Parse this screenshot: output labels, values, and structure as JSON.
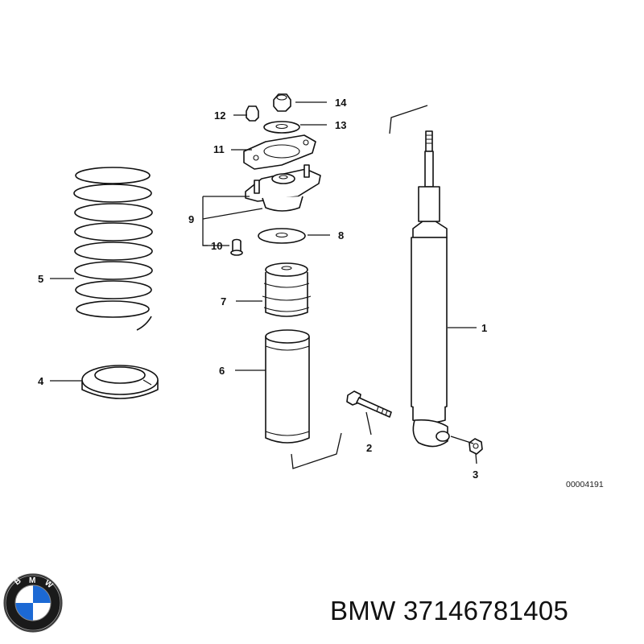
{
  "diagram": {
    "reference_number": "00004191",
    "callouts": [
      {
        "id": "1",
        "text": "1"
      },
      {
        "id": "2",
        "text": "2"
      },
      {
        "id": "3",
        "text": "3"
      },
      {
        "id": "4",
        "text": "4"
      },
      {
        "id": "5",
        "text": "5"
      },
      {
        "id": "6",
        "text": "6"
      },
      {
        "id": "7",
        "text": "7"
      },
      {
        "id": "8",
        "text": "8"
      },
      {
        "id": "9",
        "text": "9"
      },
      {
        "id": "10",
        "text": "10"
      },
      {
        "id": "11",
        "text": "11"
      },
      {
        "id": "12",
        "text": "12"
      },
      {
        "id": "13",
        "text": "13"
      },
      {
        "id": "14",
        "text": "14"
      }
    ]
  },
  "logo": {
    "brand": "BMW",
    "letters": "BMW",
    "colors": {
      "blue": "#1c69d4",
      "white": "#ffffff",
      "ring": "#1a1a1a"
    }
  },
  "caption": {
    "text": "BMW 37146781405"
  }
}
